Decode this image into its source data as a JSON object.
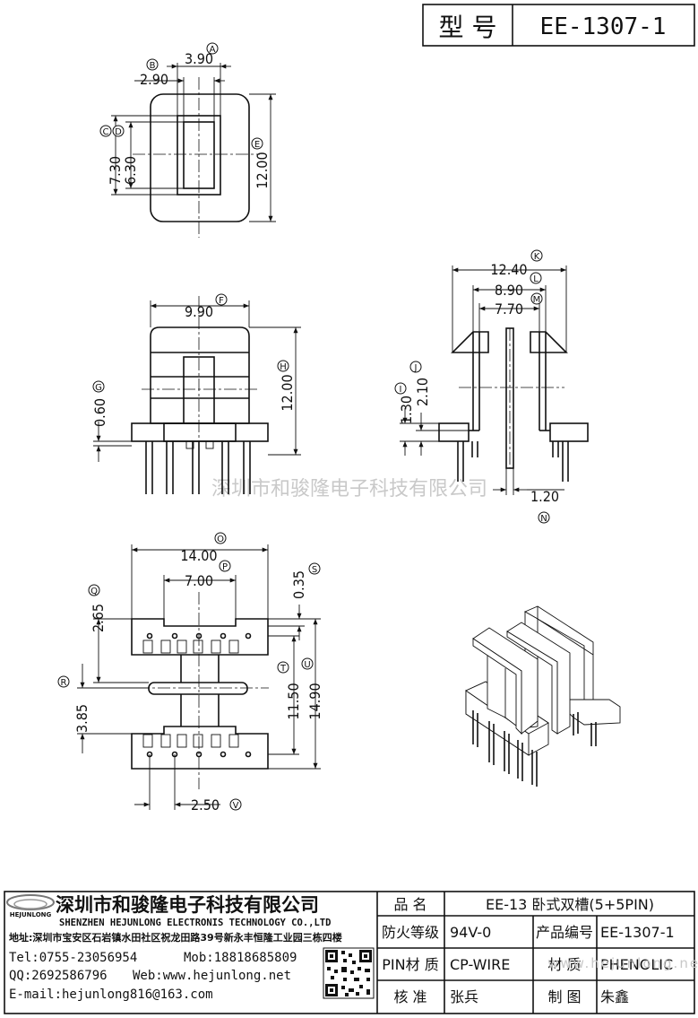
{
  "header": {
    "model_label": "型 号",
    "model_value": "EE-1307-1"
  },
  "views": {
    "top": {
      "dims": [
        "3.90",
        "2.90",
        "7.30",
        "6.30",
        "12.00"
      ],
      "bubbles": [
        "A",
        "B",
        "C",
        "D",
        "E"
      ]
    },
    "front": {
      "dims": [
        "9.90",
        "0.60",
        "12.00"
      ],
      "bubbles": [
        "F",
        "G",
        "H"
      ]
    },
    "side": {
      "dims": [
        "12.40",
        "8.90",
        "7.70",
        "1.30",
        "2.10",
        "1.20"
      ],
      "bubbles": [
        "K",
        "L",
        "M",
        "I",
        "J",
        "N"
      ]
    },
    "bottom": {
      "dims": [
        "14.00",
        "7.00",
        "0.35",
        "2.65",
        "11.50",
        "14.90",
        "3.85",
        "2.50"
      ],
      "bubbles": [
        "O",
        "P",
        "S",
        "Q",
        "T",
        "U",
        "R",
        "V"
      ]
    }
  },
  "watermark": {
    "main": "深圳市和骏隆电子科技有限公司",
    "footer": "www.hejunlong.net"
  },
  "company": {
    "logo_text": "HEJUNLONG",
    "name_cn": "深圳市和骏隆电子科技有限公司",
    "name_en": "SHENZHEN HEJUNLONG ELECTRONIS TECHNOLOGY CO.,LTD",
    "address": "地址:深圳市宝安区石岩镇水田社区祝龙田路39号新永丰恒隆工业园三栋四楼",
    "tel": "Tel:0755-23056954",
    "mob": "Mob:18818685809",
    "qq": "QQ:2692586796",
    "web": "Web:www.hejunlong.net",
    "email": "E-mail:hejunlong816@163.com"
  },
  "title_block": {
    "product_name_label": "品 名",
    "product_name": "EE-13 卧式双槽(5+5PIN)",
    "fire_rating_label": "防火等级",
    "fire_rating": "94V-0",
    "product_no_label": "产品编号",
    "product_no": "EE-1307-1",
    "pin_material_label": "PIN材 质",
    "pin_material": "CP-WIRE",
    "material_label": "材 质",
    "material": "PHENOLIC",
    "checker_label": "核 准",
    "checker": "张兵",
    "drafter_label": "制 图",
    "drafter": "朱鑫"
  }
}
